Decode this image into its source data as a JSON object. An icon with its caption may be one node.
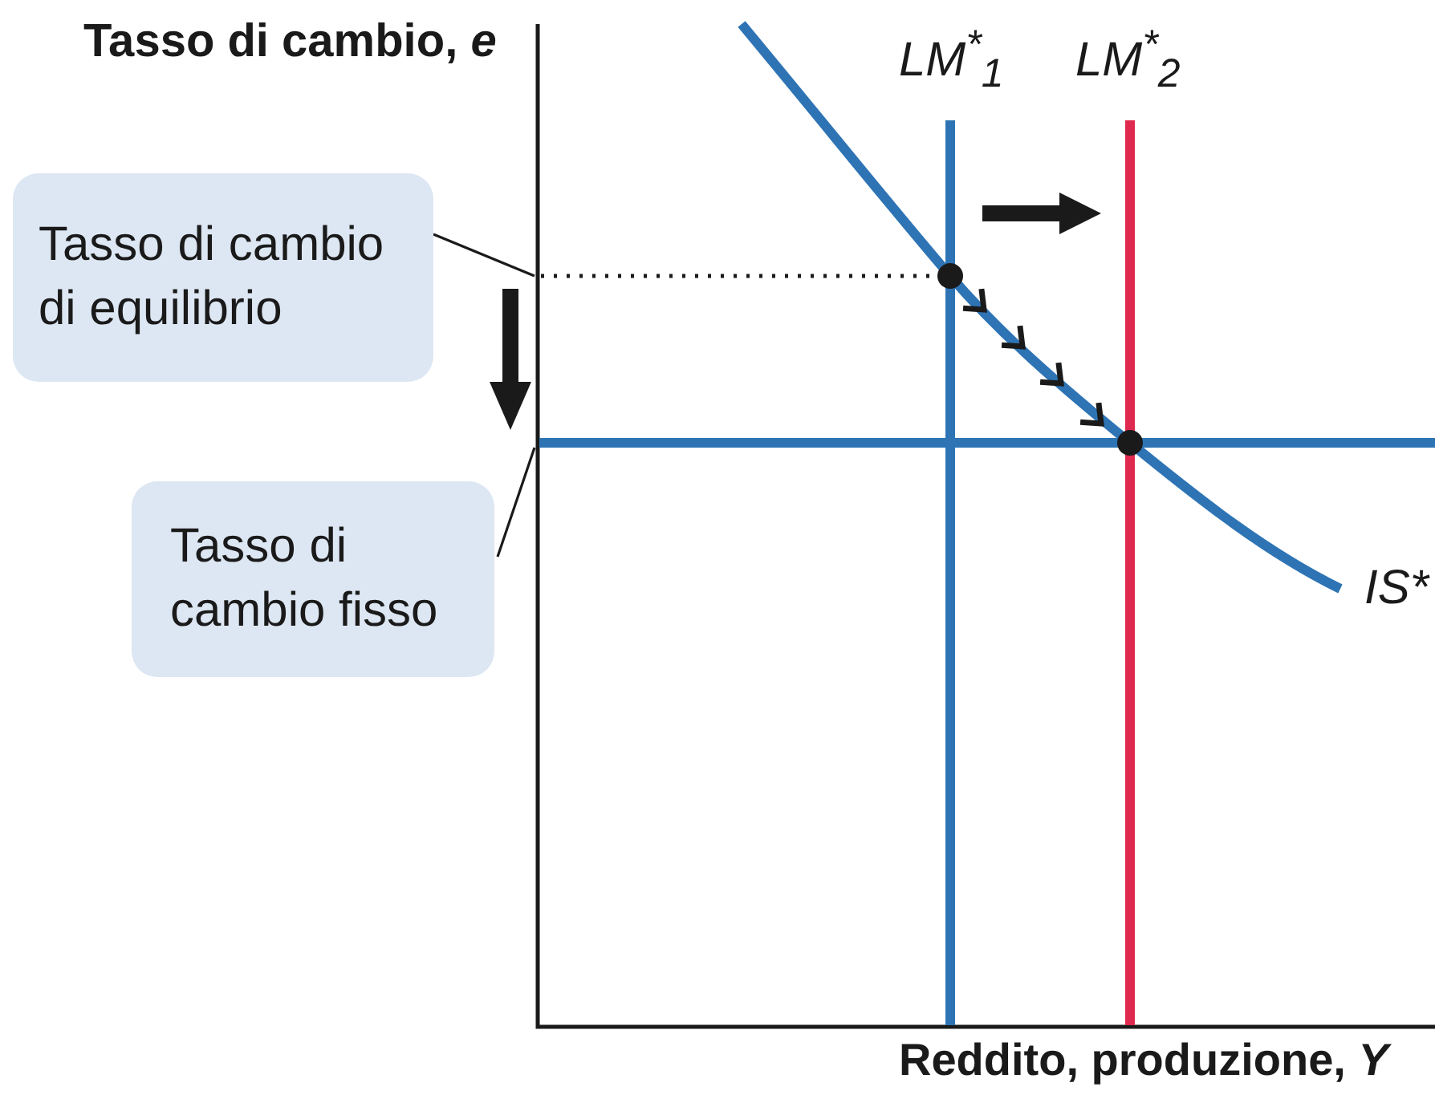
{
  "diagram": {
    "nodes": [
      {
        "text": [
          "Tasso di cambio di equilibrio"
        ]
      },
      {
        "text": [
          "Tasso di cambio fisso"
        ]
      }
    ],
    "edges": [
      {
        "from": 0,
        "to": null,
        "arrow": "none"
      },
      {
        "from": 1,
        "to": null,
        "arrow": "none"
      }
    ],
    "labels": [
      "Tasso di cambio, *e*",
      "LM$^{*}$$_{1}$",
      "LM$^{*}$$_{2}$",
      "IS*",
      "Reddito, produzione, *Y*"
    ]
  }
}
